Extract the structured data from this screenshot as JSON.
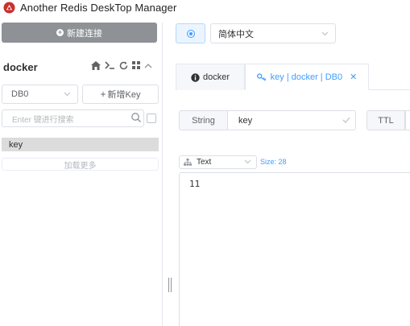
{
  "window": {
    "title": "Another Redis DeskTop Manager",
    "logo_icon": "redis-logo-icon"
  },
  "sidebar": {
    "new_connection_label": "新建连接",
    "connection": {
      "name": "docker",
      "icons": [
        "home-icon",
        "terminal-icon",
        "refresh-icon",
        "grid-icon",
        "chevron-up-icon"
      ]
    },
    "db_select": {
      "value": "DB0"
    },
    "add_key_label": "新增Key",
    "search": {
      "placeholder": "Enter 键进行搜索"
    },
    "keys": [
      {
        "label": "key"
      }
    ],
    "load_more_label": "加载更多"
  },
  "toolbar": {
    "language_value": "简体中文"
  },
  "tabs": [
    {
      "label": "docker",
      "icon": "info-icon",
      "active": false
    },
    {
      "label": "key | docker | DB0",
      "icon": "key-icon",
      "active": true,
      "closable": true
    }
  ],
  "key_detail": {
    "type_label": "String",
    "key_name": "key",
    "ttl_label": "TTL",
    "format": {
      "value": "Text",
      "size_label": "Size: 28"
    },
    "value": "11"
  },
  "colors": {
    "accent": "#409eff",
    "button_gray": "#8e9195",
    "selected_row": "#dcdcdc",
    "border": "#dcdfe6"
  }
}
